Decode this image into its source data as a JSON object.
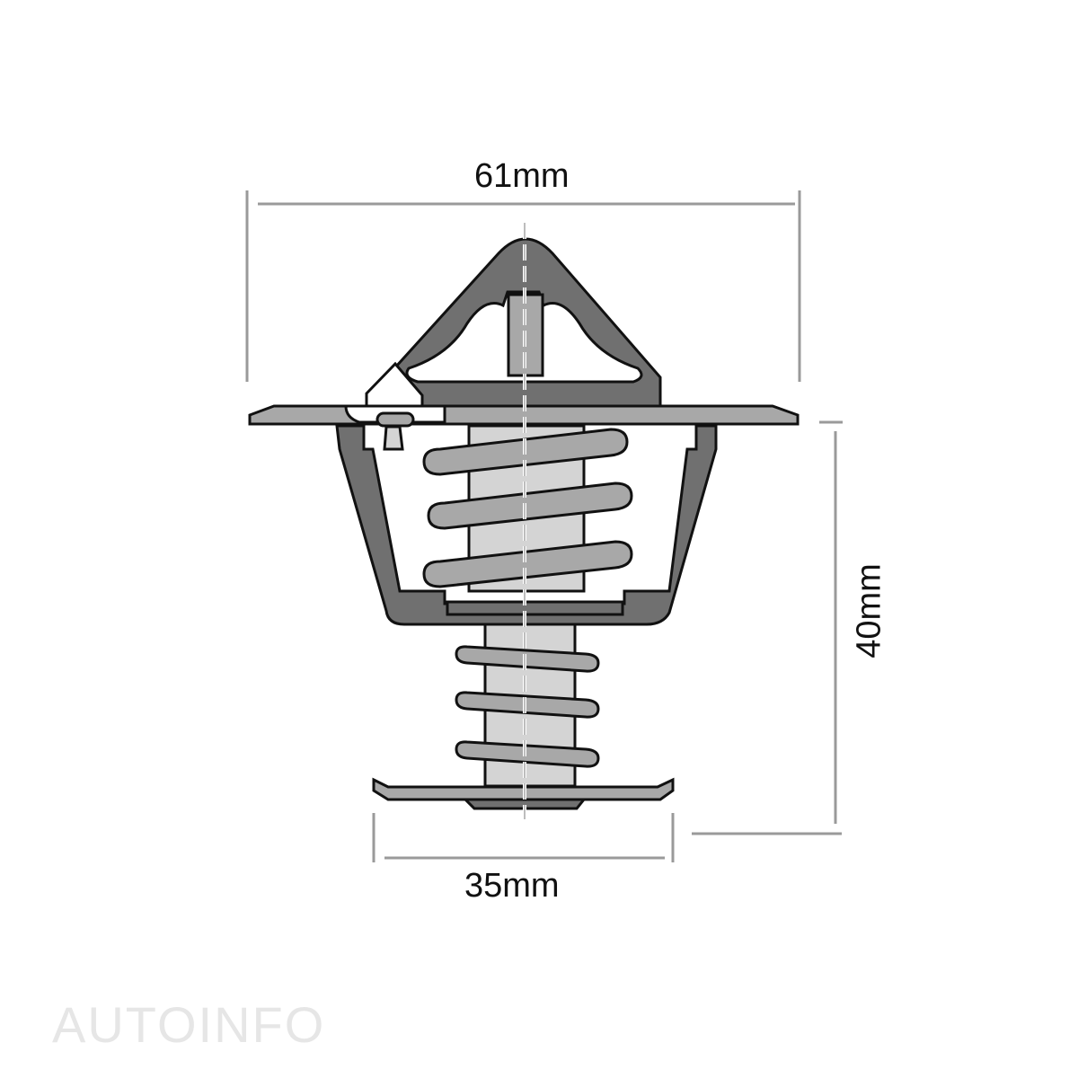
{
  "diagram": {
    "subject": "thermostat dimension drawing",
    "dimensions": {
      "width": "61mm",
      "height": "40mm",
      "flange_width": "35mm"
    },
    "colors": {
      "dark_fill": "#707070",
      "mid_fill": "#a8a8a8",
      "light_fill": "#d4d4d4",
      "outline": "#111111",
      "dimension_line": "#9a9a9a",
      "background": "#ffffff"
    }
  },
  "watermark": {
    "text": "AUTOINFO"
  }
}
